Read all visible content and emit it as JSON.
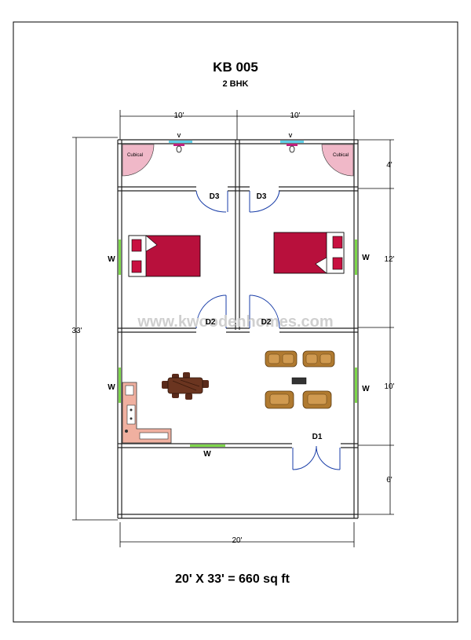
{
  "title": "KB 005",
  "subtitle": "2 BHK",
  "area_label": "20' X 33' = 660 sq ft",
  "watermark": "www.kwoodenhomes.com",
  "dimensions": {
    "top_left": "10'",
    "top_right": "10'",
    "left_total": "33'",
    "right_top": "4'",
    "right_bedroom": "12'",
    "right_living": "10'",
    "right_bottom": "6'",
    "bottom": "20'"
  },
  "labels": {
    "cubical_left": "Cubical",
    "cubical_right": "Cubical",
    "vent_left": "V",
    "vent_right": "V",
    "door_d3_left": "D3",
    "door_d3_right": "D3",
    "door_d2_left": "D2",
    "door_d2_right": "D2",
    "door_d1": "D1",
    "window_bedroom_left": "W",
    "window_bedroom_right": "W",
    "window_living_left": "W",
    "window_living_right": "W",
    "window_bottom": "W"
  },
  "colors": {
    "bed": "#b8103c",
    "pillow": "#c81040",
    "window": "#7dd64a",
    "cubical": "#f0b8c8",
    "door": "#1a3ea8",
    "table": "#5a2a1a",
    "sofa": "#b07a30",
    "kitchen": "#f0b0a0"
  }
}
